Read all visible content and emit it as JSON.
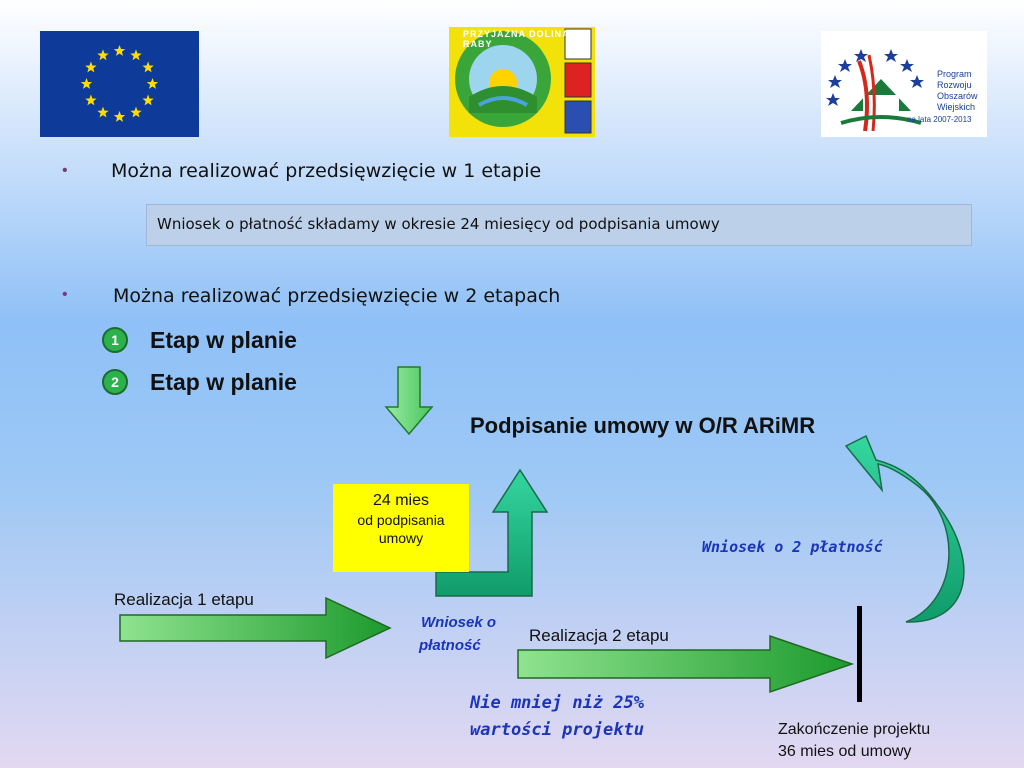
{
  "logos": {
    "prow": {
      "line1": "Program",
      "line2": "Rozwoju",
      "line3": "Obszarów",
      "line4": "Wiejskich",
      "line5": "na lata 2007-2013"
    },
    "dolina_ring_text": "PRZYJAZNA DOLINA RABY"
  },
  "bullets": [
    {
      "text": "Można realizować przedsięwzięcie w 1 etapie"
    },
    {
      "text": "Można realizować przedsięwzięcie w 2 etapach"
    }
  ],
  "note": "Wniosek o płatność składamy w okresie 24 miesięcy od podpisania umowy",
  "stages": [
    {
      "number": "1",
      "label": "Etap w planie"
    },
    {
      "number": "2",
      "label": "Etap w planie"
    }
  ],
  "diagram": {
    "heading": "Podpisanie umowy w O/R ARiMR",
    "yellow_box": {
      "line1": "24 mies",
      "line2": "od podpisania",
      "line3": "umowy"
    },
    "realizacja1": "Realizacja 1 etapu",
    "wniosek1_line1": "Wniosek o",
    "wniosek1_line2": "płatność",
    "realizacja2": "Realizacja 2 etapu",
    "wniosek2": "Wniosek o 2 płatność",
    "min25_line1": "Nie mniej niż 25%",
    "min25_line2": "wartości projektu",
    "end_line1": "Zakończenie projektu",
    "end_line2": "36 mies od umowy"
  },
  "colors": {
    "eu_blue": "#0e3a9a",
    "eu_star": "#ffdd00",
    "arrow_green": "#2aa836",
    "arrow_teal": "#1fc08c",
    "highlight_yellow": "#ffff00",
    "italic_blue": "#1a35b8"
  }
}
